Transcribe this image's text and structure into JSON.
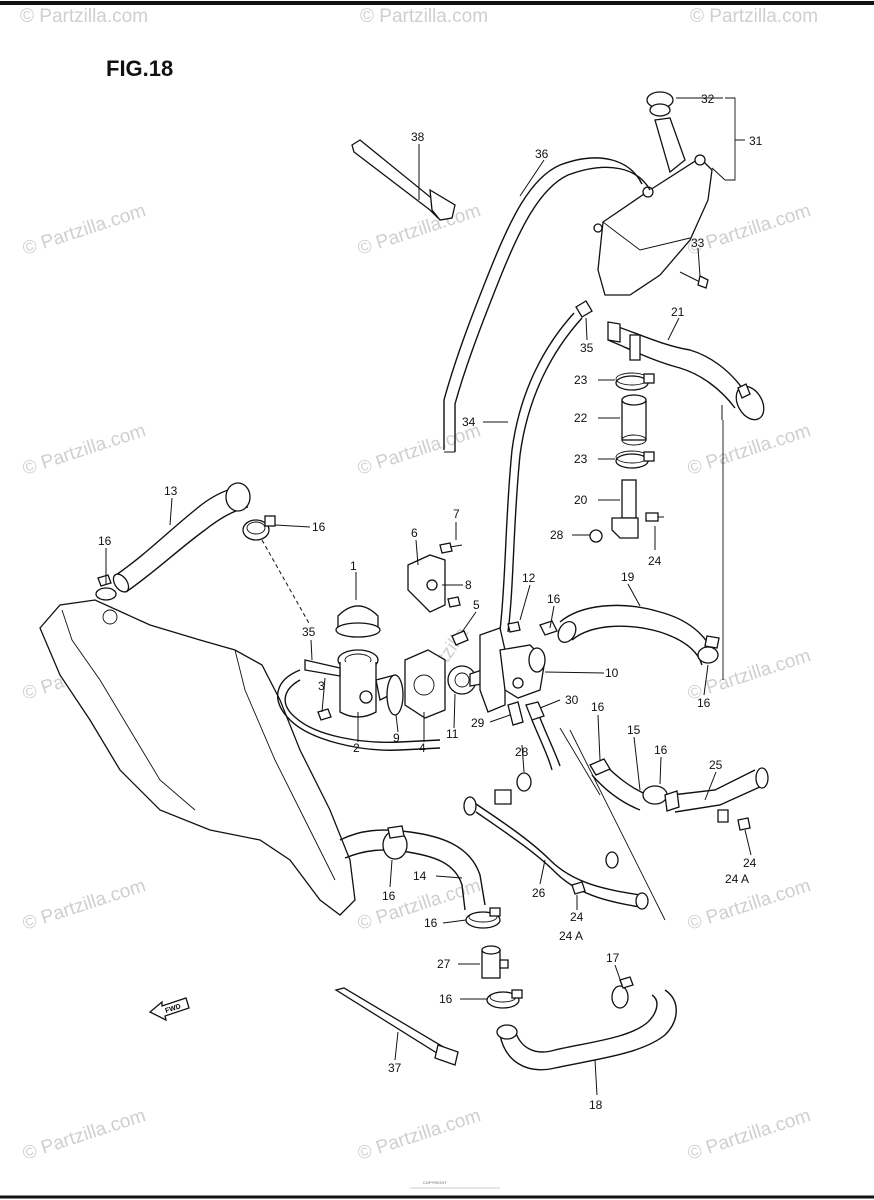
{
  "figure_title": "FIG.18",
  "watermark": "© Partzilla.com",
  "watermark_center": "Partzilla",
  "footer": "COPYRIGHT",
  "direction_arrow": "FWD",
  "parts": {
    "p1": "1",
    "p2": "2",
    "p3": "3",
    "p4": "4",
    "p5": "5",
    "p6": "6",
    "p7": "7",
    "p8": "8",
    "p9": "9",
    "p10": "10",
    "p11": "11",
    "p12": "12",
    "p13": "13",
    "p14": "14",
    "p15": "15",
    "p16": "16",
    "p17": "17",
    "p18": "18",
    "p19": "19",
    "p20": "20",
    "p21": "21",
    "p22": "22",
    "p23": "23",
    "p24": "24",
    "p24a": "24 A",
    "p25": "25",
    "p26": "26",
    "p27": "27",
    "p28": "28",
    "p29": "29",
    "p30": "30",
    "p31": "31",
    "p32": "32",
    "p33": "33",
    "p34": "34",
    "p35": "35",
    "p36": "36",
    "p37": "37",
    "p38": "38"
  }
}
